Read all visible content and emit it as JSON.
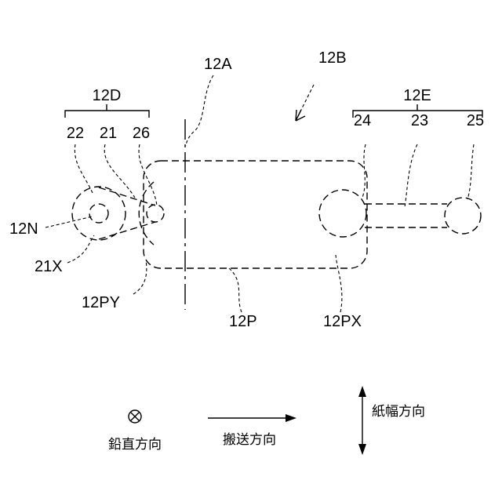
{
  "labels": {
    "l12A": "12A",
    "l12B": "12B",
    "l12D": "12D",
    "l12E": "12E",
    "l22": "22",
    "l21": "21",
    "l26": "26",
    "l24": "24",
    "l23": "23",
    "l25": "25",
    "l12N": "12N",
    "l21X": "21X",
    "l12PY": "12PY",
    "l12P": "12P",
    "l12PX": "12PX"
  },
  "legend": {
    "vertical_symbol": "⊗",
    "vertical": "鉛直方向",
    "transport": "搬送方向",
    "width": "紙幅方向"
  }
}
